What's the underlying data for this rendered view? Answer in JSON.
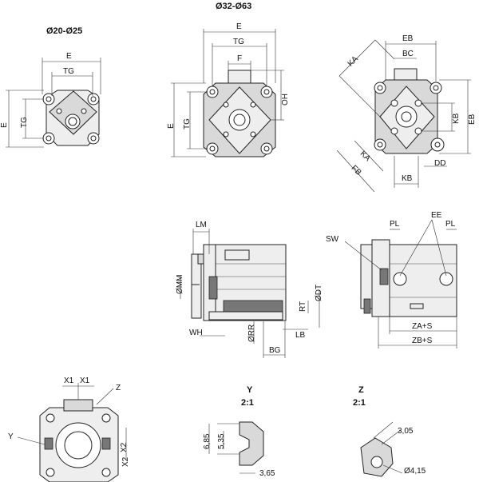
{
  "titles": {
    "small_range": "Ø20-Ø25",
    "large_range": "Ø32-Ø63",
    "detail_y": "Y",
    "detail_y_scale": "2:1",
    "detail_z": "Z",
    "detail_z_scale": "2:1"
  },
  "dims": {
    "E": "E",
    "TG": "TG",
    "F": "F",
    "OH": "OH",
    "EB": "EB",
    "BC": "BC",
    "KA": "KA",
    "KB": "KB",
    "FB": "FB",
    "DD": "DD",
    "LM": "LM",
    "MM": "ØMM",
    "RT": "RT",
    "DT": "ØDT",
    "WH": "WH",
    "RR": "ØRR",
    "LB": "LB",
    "BG": "BG",
    "PL": "PL",
    "EE": "EE",
    "SW": "SW",
    "ZAS": "ZA+S",
    "ZBS": "ZB+S",
    "X1": "X1",
    "X2": "X2",
    "Y": "Y",
    "Z": "Z"
  },
  "detail_values": {
    "y_685": "6,85",
    "y_535": "5,35",
    "y_365": "3,65",
    "z_305": "3,05",
    "z_415": "Ø4,15"
  }
}
